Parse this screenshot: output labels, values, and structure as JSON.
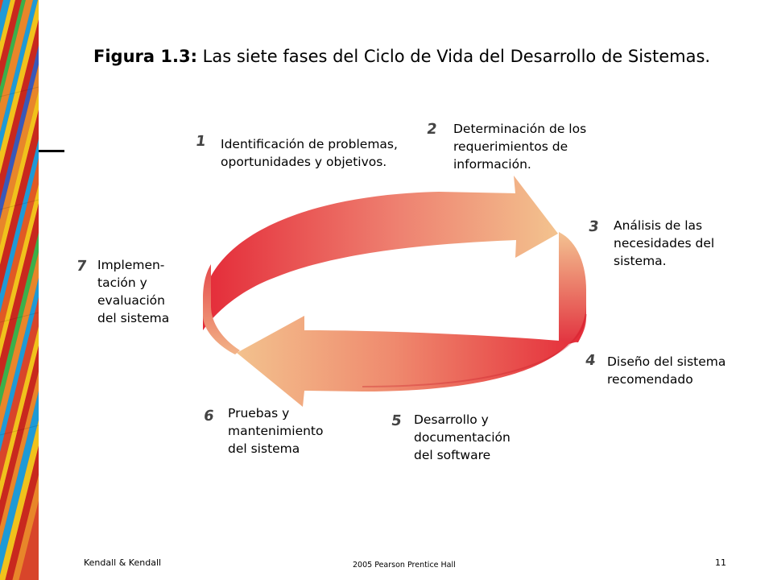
{
  "title": {
    "label": "Figura 1.3:",
    "text": "Las siete fases del Ciclo de Vida del Desarrollo de Sistemas."
  },
  "phases": [
    {
      "number": "1",
      "lines": [
        "Identificación de problemas,",
        "oportunidades y objetivos."
      ]
    },
    {
      "number": "2",
      "lines": [
        "Determinación de los",
        "requerimientos de",
        "información."
      ]
    },
    {
      "number": "3",
      "lines": [
        "Análisis de las",
        "necesidades del",
        "sistema."
      ]
    },
    {
      "number": "4",
      "lines": [
        "Diseño del sistema",
        "recomendado"
      ]
    },
    {
      "number": "5",
      "lines": [
        "Desarrollo y",
        "documentación",
        "del software"
      ]
    },
    {
      "number": "6",
      "lines": [
        "Pruebas y",
        "mantenimiento",
        "del sistema"
      ]
    },
    {
      "number": "7",
      "lines": [
        "Implemen-",
        "tación y",
        "evaluación",
        "del sistema"
      ]
    }
  ],
  "footer": {
    "authors": "Kendall & Kendall",
    "publisher": "2005 Pearson Prentice Hall",
    "page": "11"
  },
  "colors": {
    "arrow_red": "#e8313f",
    "arrow_peach": "#f2c090",
    "accent_line": "#000000"
  }
}
